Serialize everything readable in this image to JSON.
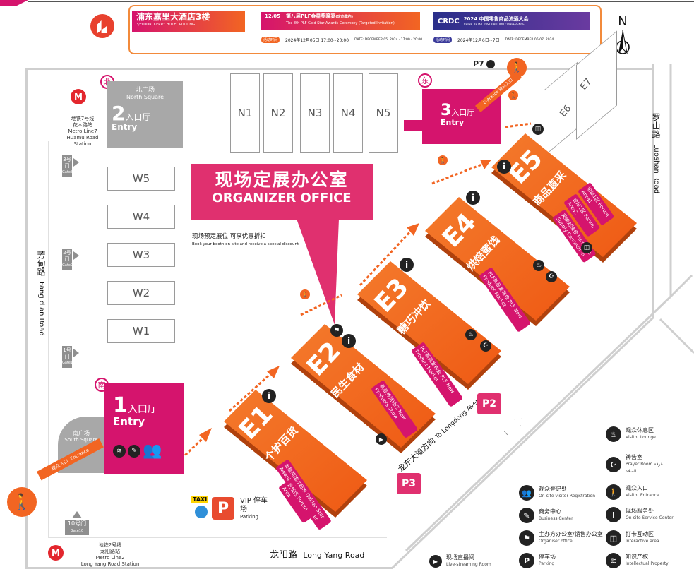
{
  "banner": {
    "venue_cn": "浦东嘉里大酒店3楼",
    "venue_en": "3/FLOOR, KERRY HOTEL PUDONG",
    "event1_date_short": "12/05",
    "event1_title_cn": "第八届PLF金星奖晚宴",
    "event1_note": "(定向邀约)",
    "event1_title_en": "The 8th PLF Gold Star Awards Ceremony",
    "event1_note_en": "(Targeted Invitation)",
    "event1_tag": "活动时间",
    "event1_time": "2024年12月05日  17:00~20:00",
    "event1_date_en": "DATE: DECEMBER 05, 2024 · 17:00 - 20:00",
    "event2_logo": "CRDC",
    "event2_title_cn": "2024 中国零售商品流通大会",
    "event2_title_en": "CHINA RETAIL DISTRIBUTION CONFERENCE",
    "event2_tag": "活动时间",
    "event2_time": "2024年12月6日~7日",
    "event2_date_en": "DATE: DECEMBER 06-07, 2024"
  },
  "compass": "N",
  "north_square": {
    "badge": "北",
    "cn": "北广场",
    "en": "North Square",
    "num": "2",
    "entry_cn": "入口厅",
    "entry_en": "Entry"
  },
  "metro7": {
    "cn1": "地铁7号线",
    "cn2": "花木路站",
    "en1": "Metro Line7",
    "en2": "Huamu Road Station"
  },
  "metro2": {
    "cn1": "地铁2号线",
    "cn2": "龙阳路站",
    "en1": "Metro Line2",
    "en2": "Long Yang Road Station"
  },
  "south_square": {
    "badge": "南",
    "cn": "南广场",
    "en": "South Square",
    "num": "1",
    "entry_cn": "入口厅",
    "entry_en": "Entry"
  },
  "east_entry": {
    "badge": "东",
    "num": "3",
    "entry_cn": "入口厅",
    "entry_en": "Entry"
  },
  "gates": [
    {
      "cn": "3号门",
      "en": "Gate3"
    },
    {
      "cn": "2号门",
      "en": "Gate2"
    },
    {
      "cn": "1号门",
      "en": "Gate1"
    },
    {
      "cn": "10号门",
      "en": "Gate10"
    }
  ],
  "north_halls": [
    "N1",
    "N2",
    "N3",
    "N4",
    "N5"
  ],
  "west_halls": [
    "W5",
    "W4",
    "W3",
    "W2",
    "W1"
  ],
  "east_small_halls": [
    "E6",
    "E7"
  ],
  "roads": {
    "west_cn": "芳甸路",
    "west_en": "Fang dian Road",
    "east_cn": "罗山路",
    "east_en": "Luoshan Road",
    "south_cn": "龙阳路",
    "south_en": "Long Yang Road",
    "diag_cn": "龙东大道方向",
    "diag_en": "To Longdong Avenue"
  },
  "organizer": {
    "title_cn": "现场定展办公室",
    "title_en": "ORGANIZER OFFICE",
    "sub_cn": "现场预定展位 可享优惠折扣",
    "sub_en": "Book your booth on-site and receive a special discount"
  },
  "halls_main": [
    {
      "code": "E1",
      "name_cn": "个护百货",
      "zones": [
        "金星奖选才超市 Golden Star Awards Idea Supermarket",
        "论坛区 Forum Area"
      ]
    },
    {
      "code": "E2",
      "name_cn": "民生食材",
      "zones": [
        "新品秀活动区 New Products Show"
      ]
    },
    {
      "code": "E3",
      "name_cn": "糖巧冲饮",
      "zones": [
        "PLF新品发布会 PLF New Product Market"
      ]
    },
    {
      "code": "E4",
      "name_cn": "烘焙蜜饯",
      "zones": [
        "PLF新品发布会 PLF New Product Market"
      ]
    },
    {
      "code": "E5",
      "name_cn": "商品直采",
      "zones": [
        "论坛1区 Forum Area1",
        "论坛2区 Forum Area2",
        "采购对接会 Purchase Supply Connection"
      ]
    }
  ],
  "parking": {
    "p2": "P2",
    "p3": "P3",
    "p7": "P7",
    "taxi": "TAXI",
    "vip_p": "P",
    "vip_cn": "VIP 停车场",
    "vip_en": "Parking"
  },
  "visitor_entrance": {
    "cn": "观众入口",
    "en": "Entrance"
  },
  "east_entrance_label": "Entrance 观众入口",
  "legend": [
    {
      "icon": "visitor-registration-icon",
      "glyph": "👥",
      "cn": "观众登记处",
      "en": "On-site visitor Registration"
    },
    {
      "icon": "business-center-icon",
      "glyph": "✎",
      "cn": "商务中心",
      "en": "Business Center"
    },
    {
      "icon": "organiser-office-icon",
      "glyph": "⚑",
      "cn": "主办方办公室/销售办公室",
      "en": "Organiser office"
    },
    {
      "icon": "parking-icon",
      "glyph": "P",
      "cn": "停车场",
      "en": "Parking"
    },
    {
      "icon": "visitor-lounge-icon",
      "glyph": "♨",
      "cn": "观众休息区",
      "en": "Visitor Lounge"
    },
    {
      "icon": "prayer-room-icon",
      "glyph": "☪",
      "cn": "祷告室",
      "en": "Prayer Room  غرفة الصلاة"
    },
    {
      "icon": "visitor-entrance-icon",
      "glyph": "🚶",
      "cn": "观众入口",
      "en": "Visitor Entrance"
    },
    {
      "icon": "service-center-icon",
      "glyph": "i",
      "cn": "现场服务处",
      "en": "On-site Service Center"
    },
    {
      "icon": "interactive-area-icon",
      "glyph": "◫",
      "cn": "打卡互动区",
      "en": "Interactive area"
    },
    {
      "icon": "intellectual-property-icon",
      "glyph": "≋",
      "cn": "知识产权",
      "en": "Intellectual Property"
    }
  ],
  "live_room": {
    "cn": "现场直播间",
    "en": "Live-streaming Room"
  },
  "colors": {
    "orange": "#f26522",
    "magenta": "#d5146d",
    "gray": "#9b9b9b",
    "dark": "#222222"
  }
}
